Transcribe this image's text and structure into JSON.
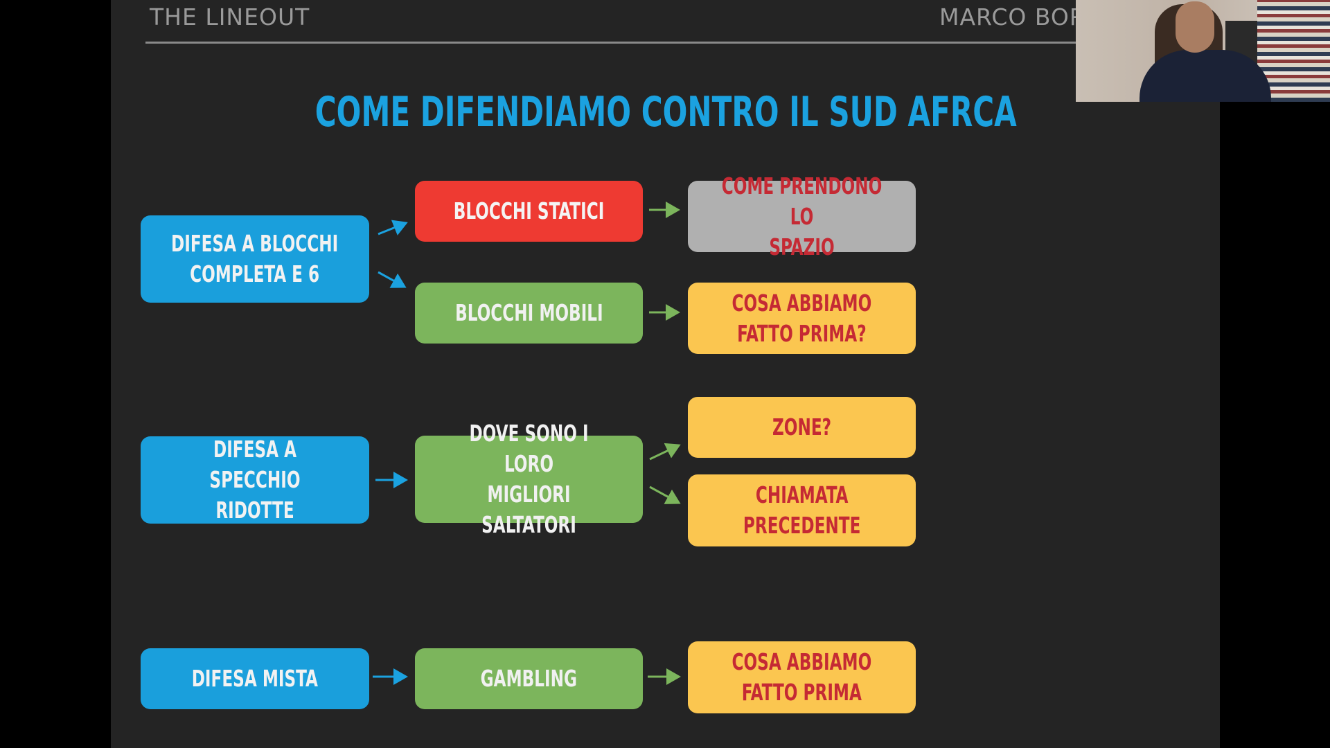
{
  "header": {
    "left": "THE LINEOUT",
    "right": "MARCO BOR"
  },
  "title": "COME DIFENDIAMO CONTRO IL SUD AFRCA",
  "rows": {
    "row1": {
      "source": "DIFESA A BLOCCHI\nCOMPLETA E 6",
      "mid_top": "BLOCCHI STATICI",
      "mid_bottom": "BLOCCHI MOBILI",
      "end_top": "COME PRENDONO LO\nSPAZIO",
      "end_bottom": "COSA ABBIAMO\nFATTO PRIMA?"
    },
    "row2": {
      "source": "DIFESA A SPECCHIO\nRIDOTTE",
      "mid": "DOVE SONO I LORO\nMIGLIORI SALTATORI",
      "end_top": "ZONE?",
      "end_bottom": "CHIAMATA\nPRECEDENTE"
    },
    "row3": {
      "source": "DIFESA MISTA",
      "mid": "GAMBLING",
      "end": "COSA ABBIAMO\nFATTO PRIMA"
    }
  },
  "colors": {
    "background": "#242424",
    "title": "#1ba2e0",
    "blue_box": "#1a9fdc",
    "red_box": "#ee3a32",
    "green_box": "#7cb55c",
    "gray_box": "#b0b0b0",
    "yellow_box": "#fbc650",
    "dark_red_text": "#c52a34",
    "blue_arrow": "#1ba2e0",
    "green_arrow": "#7cb55c"
  },
  "icons": {
    "arrow": "arrow-right-icon",
    "webcam": "presenter-webcam-feed"
  }
}
